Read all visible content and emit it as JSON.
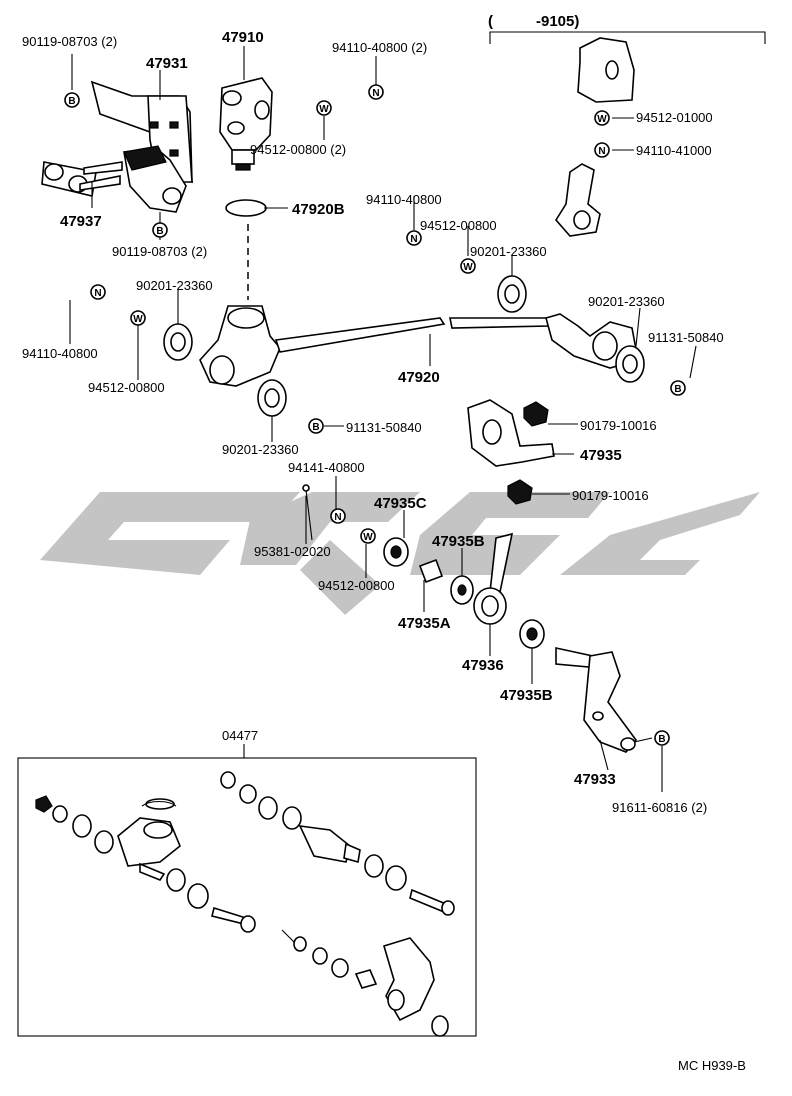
{
  "top_note": {
    "open": "(",
    "range": "-9105)"
  },
  "labels": {
    "p90119_08703_2a": "90119-08703 (2)",
    "p47931": "47931",
    "p47910": "47910",
    "p94110_40800_a": "94110-40800 (2)",
    "p94512_01000": "94512-01000",
    "p94110_41000": "94110-41000",
    "p94512_00800_2": "94512-00800 (2)",
    "p47937": "47937",
    "p90119_08703_2b": "90119-08703 (2)",
    "p47920b": "47920B",
    "p94110_40800_b": "94110-40800",
    "p94512_00800_a": "94512-00800",
    "p90201_23360_a": "90201-23360",
    "p90201_23360_b": "90201-23360",
    "p90201_23360_c": "90201-23360",
    "p91131_50840_a": "91131-50840",
    "p94110_40800_c": "94110-40800",
    "p94512_00800_b": "94512-00800",
    "p47920": "47920",
    "p90201_23360_d": "90201-23360",
    "p91131_50840_b": "91131-50840",
    "p90179_10016_a": "90179-10016",
    "p47935": "47935",
    "p94141_40800": "94141-40800",
    "p90179_10016_b": "90179-10016",
    "p47935c": "47935C",
    "p47935b_a": "47935B",
    "p95381_02020": "95381-02020",
    "p94512_00800_c": "94512-00800",
    "p47935a": "47935A",
    "p47936": "47936",
    "p47935b_b": "47935B",
    "p04477": "04477",
    "p47933": "47933",
    "p91611_60816_2": "91611-60816 (2)"
  },
  "badges": {
    "bolt": "B",
    "nut": "N",
    "washer": "W"
  },
  "footer": {
    "code": "MC H939-B"
  }
}
